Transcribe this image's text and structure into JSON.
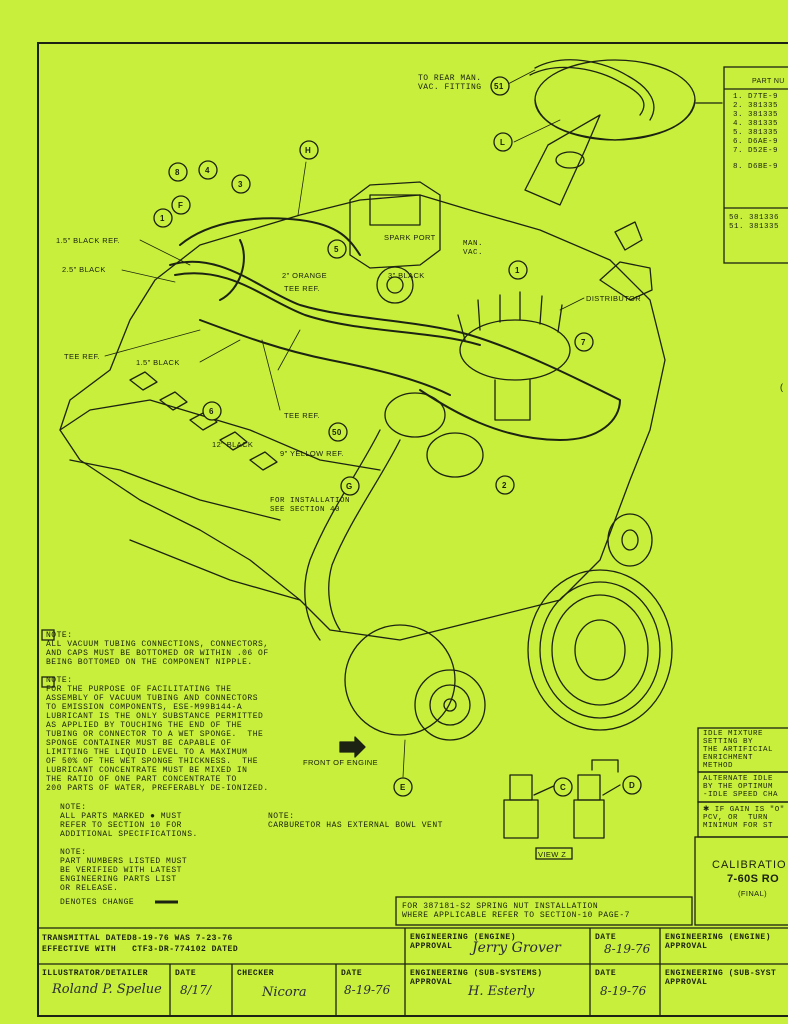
{
  "parts_list": {
    "title": "PART NU",
    "items": [
      "1. D7TE-9",
      "2. 381335",
      "3. 381335",
      "4. 381335",
      "5. 381335",
      "6. D6AE-9",
      "7. D52E-9"
    ],
    "item8": "8. D6BE-9",
    "items_bottom": [
      "50. 381336",
      "51. 381335"
    ]
  },
  "callouts": {
    "to_rear": "TO REAR MAN.\nVAC. FITTING",
    "black_15_ref": "1.5\" BLACK REF.",
    "black_25": "2.5\" BLACK",
    "tee_ref_left": "TEE REF.",
    "black_15": "1.5\" BLACK",
    "orange_2": "2\" ORANGE",
    "tee_ref_top": "TEE REF.",
    "spark_port": "SPARK PORT",
    "black_3": "3\" BLACK",
    "man_vac": "MAN.\nVAC.",
    "distributor": "DISTRIBUTOR",
    "tee_ref_mid": "TEE REF.",
    "black_12": "12\" BLACK",
    "yellow_9": "9\" YELLOW REF.",
    "for_install": "FOR INSTALLATION\nSEE SECTION 40",
    "front_engine": "FRONT OF ENGINE",
    "view_z": "VIEW Z"
  },
  "bubbles": [
    "51",
    "L",
    "H",
    "8",
    "4",
    "3",
    "F",
    "1",
    "5",
    "1",
    "7",
    "6",
    "50",
    "G",
    "2",
    "E",
    "C",
    "D"
  ],
  "notes": {
    "note_e": "NOTE:\nALL VACUUM TUBING CONNECTIONS, CONNECTORS,\nAND CAPS MUST BE BOTTOMED OR WITHIN .06 OF\nBEING BOTTOMED ON THE COMPONENT NIPPLE.",
    "note_f": "NOTE:\nFOR THE PURPOSE OF FACILITATING THE\nASSEMBLY OF VACUUM TUBING AND CONNECTORS\nTO EMISSION COMPONENTS, ESE-M99B144-A\nLUBRICANT IS THE ONLY SUBSTANCE PERMITTED\nAS APPLIED BY TOUCHING THE END OF THE\nTUBING OR CONNECTOR TO A WET SPONGE.  THE\nSPONGE CONTAINER MUST BE CAPABLE OF\nLIMITING THE LIQUID LEVEL TO A MAXIMUM\nOF 50% OF THE WET SPONGE THICKNESS.  THE\nLUBRICANT CONCENTRATE MUST BE MIXED IN\nTHE RATIO OF ONE PART CONCENTRATE TO\n200 PARTS OF WATER, PREFERABLY DE-IONIZED.",
    "note_marked": "NOTE:\nALL PARTS MARKED ● MUST\nREFER TO SECTION 10 FOR\nADDITIONAL SPECIFICATIONS.",
    "note_carb": "NOTE:\nCARBURETOR HAS EXTERNAL BOWL VENT",
    "note_numbers": "NOTE:\nPART NUMBERS LISTED MUST\nBE VERIFIED WITH LATEST\nENGINEERING PARTS LIST\nOR RELEASE.",
    "denotes_change": "DENOTES CHANGE",
    "spring_nut": "FOR 387181-S2 SPRING NUT INSTALLATION\nWHERE APPLICABLE REFER TO SECTION-10 PAGE-7"
  },
  "side_panel": {
    "idle_mixture": "IDLE MIXTURE\nSETTING BY\nTHE ARTIFICIAL\nENRICHMENT\nMETHOD",
    "alternate_idle": "ALTERNATE IDLE\nBY THE OPTIMUM\n-IDLE SPEED CHA",
    "gain": "✱ IF GAIN IS \"O\"\nPCV, OR  TURN\nMINIMUM FOR ST",
    "calibration": "CALIBRATIO",
    "cal_code": "7-60S RO",
    "final": "(FINAL)"
  },
  "title_block": {
    "transmittal": "TRANSMITTAL DATED8-19-76 WAS 7-23-76",
    "effective": "EFFECTIVE WITH   CTF3-DR-774102 DATED",
    "eng_engine": "ENGINEERING (ENGINE)\nAPPROVAL",
    "date_label": "DATE",
    "date1": "8-19-76",
    "eng_engine_right": "ENGINEERING (ENGINE)\nAPPROVAL",
    "illustrator": "ILLUSTRATOR/DETAILER",
    "date_label2": "DATE",
    "checker": "CHECKER",
    "date_label3": "DATE",
    "date3": "8-19-76",
    "eng_sub": "ENGINEERING (SUB-SYSTEMS)\nAPPROVAL",
    "date_label4": "DATE",
    "date4": "8-19-76",
    "eng_sub_right": "ENGINEERING (SUB-SYST\nAPPROVAL"
  },
  "colors": {
    "paper": "#c7ef3b",
    "ink": "#1d2312"
  }
}
